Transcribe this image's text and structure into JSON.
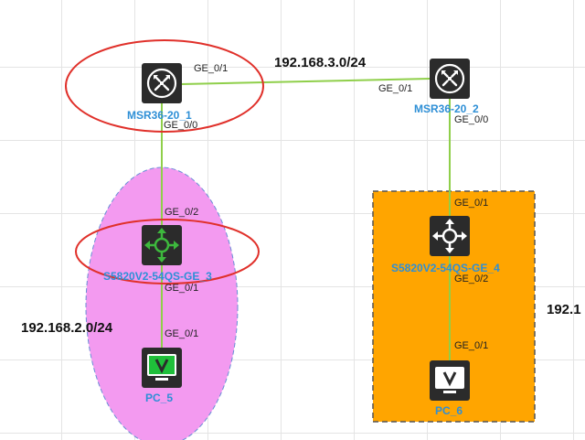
{
  "subnets": {
    "top": "192.168.3.0/24",
    "left": "192.168.2.0/24",
    "right": "192.1"
  },
  "devices": {
    "router1": {
      "name": "MSR36-20_1",
      "icon": "router-icon"
    },
    "router2": {
      "name": "MSR36-20_2",
      "icon": "router-icon"
    },
    "switch3": {
      "name": "S5820V2-54QS-GE_3",
      "icon": "l3-switch-icon"
    },
    "switch4": {
      "name": "S5820V2-54QS-GE_4",
      "icon": "l3-switch-icon"
    },
    "pc5": {
      "name": "PC_5",
      "icon": "pc-icon"
    },
    "pc6": {
      "name": "PC_6",
      "icon": "pc-icon"
    }
  },
  "ports": {
    "r1_ge01": "GE_0/1",
    "r2_ge01": "GE_0/1",
    "r1_ge00": "GE_0/0",
    "r2_ge00": "GE_0/0",
    "sw3_ge02": "GE_0/2",
    "sw3_ge01": "GE_0/1",
    "pc5_ge01": "GE_0/1",
    "sw4_ge01": "GE_0/1",
    "sw4_ge02": "GE_0/2",
    "pc6_ge01": "GE_0/1"
  },
  "colors": {
    "link": "#8fcf4a",
    "highlight_ring": "#e0302a",
    "zone_pink": "#f39af0",
    "zone_orange": "#ffa500",
    "device_dark": "#2b2b2b",
    "switch_green": "#3db83d",
    "pc_green": "#1fbf3a",
    "label_blue": "#2e8fd6"
  }
}
